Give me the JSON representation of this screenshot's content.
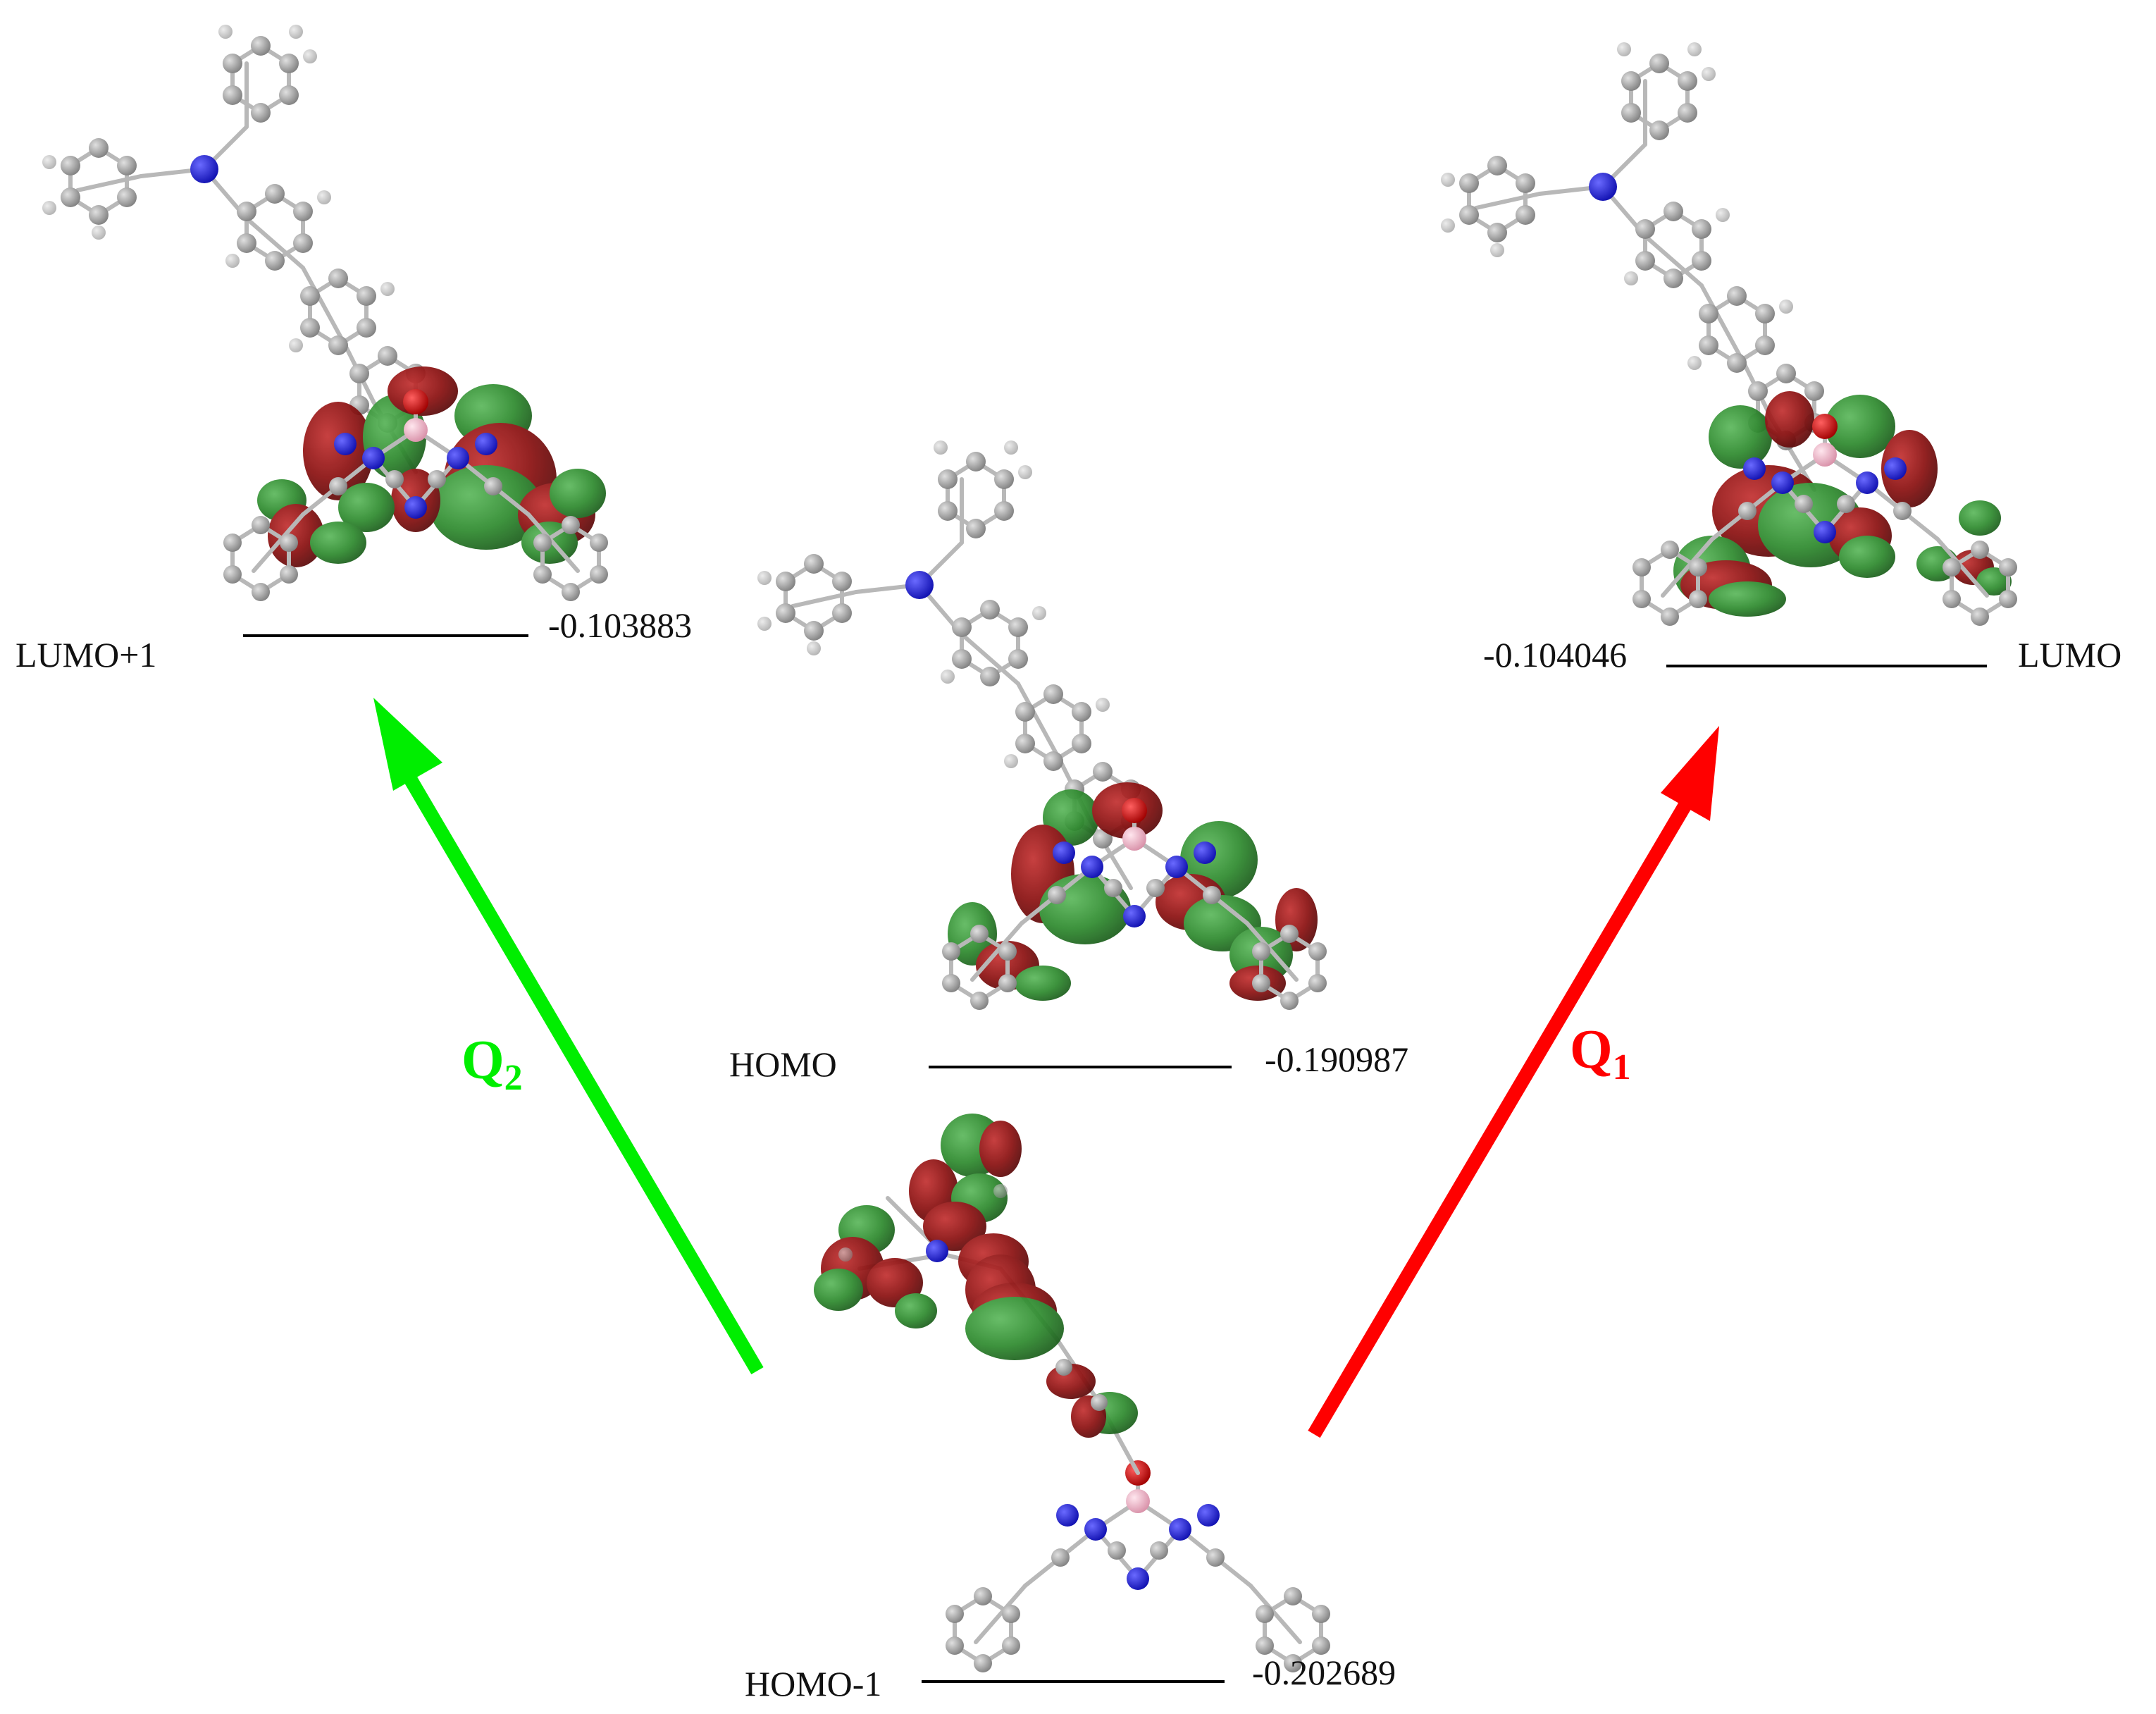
{
  "colors": {
    "q1_arrow": "#ff0000",
    "q2_arrow": "#00ee00",
    "orbital_positive": "#8b1010",
    "orbital_negative": "#2e8b2e",
    "nitrogen": "#1a1ad8",
    "boron": "#f4b8c8",
    "oxygen": "#d00000",
    "carbon": "#a8a8a8",
    "hydrogen": "#e8e8e8"
  },
  "levels": {
    "lumo_plus_1": {
      "name": "LUMO+1",
      "energy": "-0.103883"
    },
    "lumo": {
      "name": "LUMO",
      "energy": "-0.104046"
    },
    "homo": {
      "name": "HOMO",
      "energy": "-0.190987"
    },
    "homo_minus_1": {
      "name": "HOMO-1",
      "energy": "-0.202689"
    }
  },
  "transitions": {
    "q1": {
      "letter": "Q",
      "subscript": "1",
      "from": "HOMO-1",
      "to": "LUMO"
    },
    "q2": {
      "letter": "Q",
      "subscript": "2",
      "from": "HOMO-1",
      "to": "LUMO+1"
    }
  }
}
